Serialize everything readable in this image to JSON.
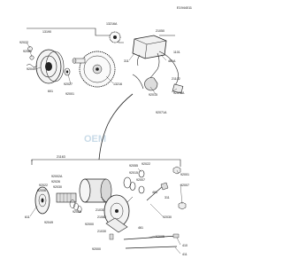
{
  "diagram": {
    "code": "E1944011",
    "watermark": "OEM",
    "top_group_labels": [
      "13190",
      "13216A",
      "21050",
      "92022",
      "92081",
      "92049",
      "13216",
      "92027",
      "601",
      "311",
      "461A",
      "92015",
      "92001",
      "1101",
      "92071A",
      "21102",
      "92075A"
    ],
    "bottom_group_labels": [
      "21163",
      "92055",
      "92022",
      "92015",
      "92001",
      "92007",
      "92002A",
      "92007",
      "461",
      "311",
      "92026",
      "92030",
      "92022",
      "92006",
      "611",
      "21030",
      "21082",
      "92030",
      "92049",
      "92026",
      "92005",
      "92000",
      "461",
      "21030",
      "92000",
      "410",
      "411"
    ]
  }
}
